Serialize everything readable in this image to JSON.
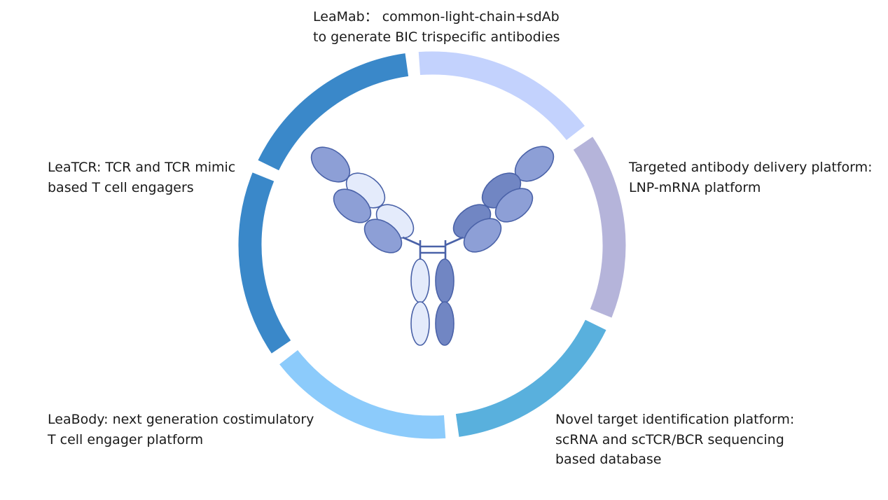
{
  "platforms": [
    {
      "id": "leamab",
      "lines": [
        "LeaMab：  common-light-chain+sdAb",
        "to generate BIC trispecific antibodies"
      ],
      "color": "#3A88C9"
    },
    {
      "id": "targeted-delivery",
      "lines": [
        "Targeted antibody delivery platform:",
        "LNP-mRNA platform"
      ],
      "color": "#C3D2FD"
    },
    {
      "id": "novel-target",
      "lines": [
        "Novel target identification platform:",
        "scRNA and scTCR/BCR sequencing",
        "based database"
      ],
      "color": "#B5B4DA"
    },
    {
      "id": "bottom-segment",
      "lines": [],
      "color": "#59B0DD"
    },
    {
      "id": "leabody",
      "lines": [
        "LeaBody: next generation costimulatory",
        "T cell engager platform"
      ],
      "color": "#8CCBFB"
    },
    {
      "id": "leatcr",
      "lines": [
        "LeaTCR: TCR and TCR mimic",
        "based T cell engagers"
      ],
      "color": "#3A88C9"
    }
  ],
  "antibody_colors": {
    "dark": "#7186C3",
    "medium": "#8D9FD6",
    "light": "#E4EBFB",
    "outline": "#4A62A8"
  }
}
